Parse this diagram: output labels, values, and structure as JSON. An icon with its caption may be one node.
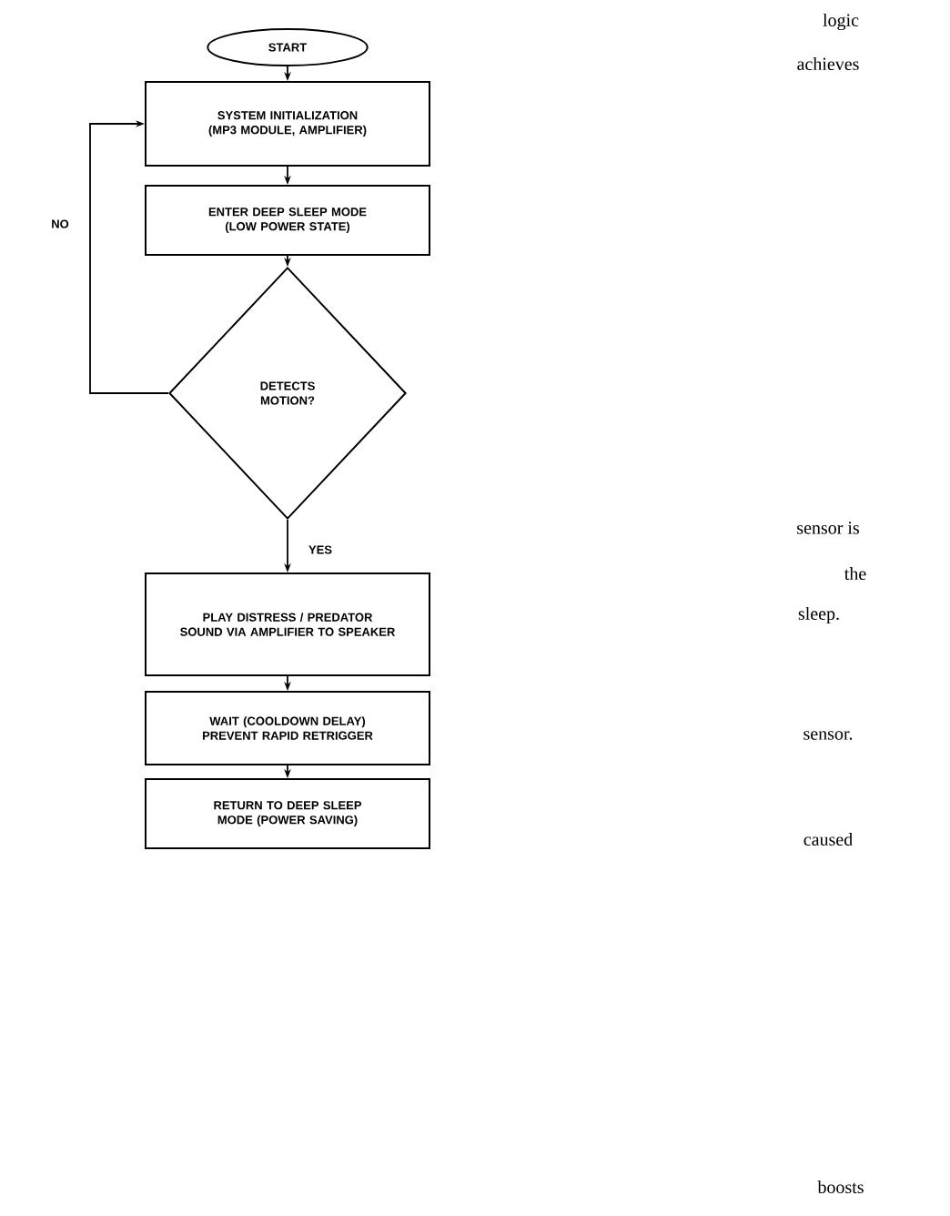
{
  "diagram": {
    "nodes": [
      {
        "text": [
          "START"
        ]
      },
      {
        "text": [
          "SYSTEM INITIALIZATION (MP3 MODULE, AMPLIFIER)"
        ]
      },
      {
        "text": [
          "ENTER DEEP SLEEP MODE (LOW POWER STATE)"
        ]
      },
      {
        "text": [
          "DETECTS MOTION?"
        ]
      },
      {
        "text": [
          "PLAY DISTRESS / PREDATOR SOUND VIA AMPLIFIER TO SPEAKER"
        ]
      },
      {
        "text": [
          "WAIT (COOLDOWN DELAY) PREVENT RAPID RETRIGGER"
        ]
      },
      {
        "text": [
          "RETURN TO DEEP SLEEP MODE (POWER SAVING)"
        ]
      }
    ],
    "edges": [
      {
        "from": 0,
        "to": 1,
        "arrow": "to"
      },
      {
        "from": 1,
        "to": 2,
        "arrow": "to"
      },
      {
        "from": 2,
        "to": 3,
        "arrow": "to"
      },
      {
        "from": 3,
        "to": 4,
        "arrow": "to",
        "label": "YES"
      },
      {
        "from": 4,
        "to": 5,
        "arrow": "to"
      },
      {
        "from": 5,
        "to": 6,
        "arrow": "to"
      },
      {
        "from": 3,
        "to": 1,
        "arrow": "to",
        "label": "NO"
      }
    ],
    "labels": [
      "logic",
      "achieves",
      "sensor is",
      "the",
      "sleep.",
      "sensor.",
      "caused",
      "boosts"
    ]
  }
}
